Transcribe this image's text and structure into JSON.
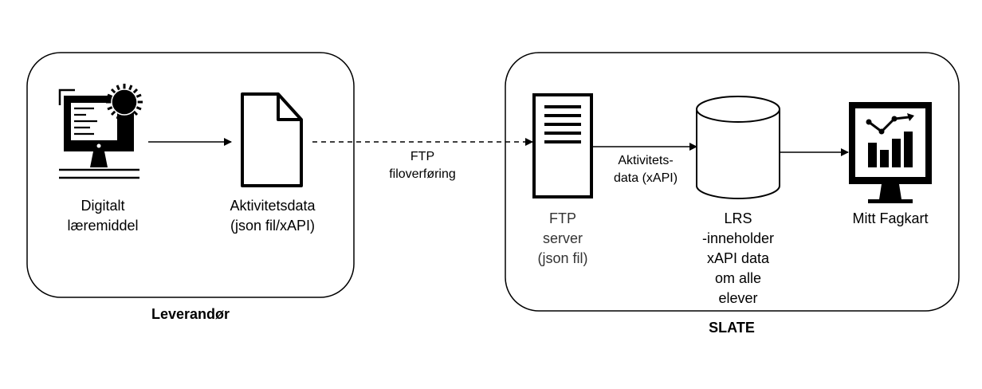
{
  "groups": {
    "leverandor": {
      "title": "Leverandør"
    },
    "slate": {
      "title": "SLATE"
    }
  },
  "nodes": {
    "digital": {
      "lines": [
        "Digitalt",
        "læremiddel"
      ],
      "icon": "computer-gear-icon"
    },
    "aktivitetsdata": {
      "lines": [
        "Aktivitetsdata",
        "(json fil/xAPI)"
      ],
      "icon": "document-icon"
    },
    "ftp": {
      "lines": [
        "FTP",
        "server",
        "(json fil)"
      ],
      "icon": "server-icon"
    },
    "lrs": {
      "lines": [
        "LRS",
        "-inneholder",
        "xAPI data",
        "om alle",
        "elever"
      ],
      "icon": "database-icon"
    },
    "fagkart": {
      "lines": [
        "Mitt Fagkart"
      ],
      "icon": "monitor-chart-icon"
    }
  },
  "edges": {
    "ftp_transfer": {
      "lines": [
        "FTP",
        "filoverføring"
      ]
    },
    "xapi": {
      "lines": [
        "Aktivitets-",
        "data (xAPI)"
      ]
    }
  },
  "colors": {
    "stroke": "#000000",
    "background": "#ffffff",
    "muted_text": "#333333"
  }
}
